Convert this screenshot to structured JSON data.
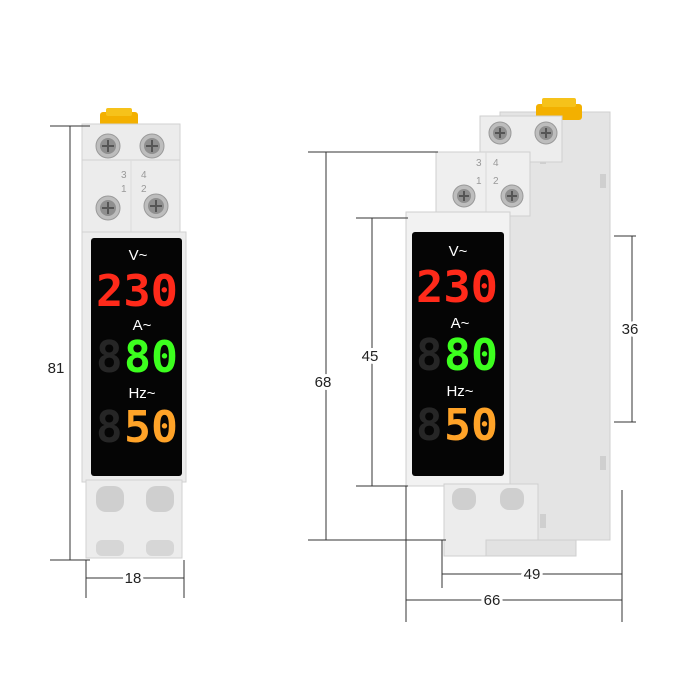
{
  "display": {
    "voltage_label": "V~",
    "voltage_value": "230",
    "current_label": "A~",
    "current_value": "80",
    "frequency_label": "Hz~",
    "frequency_value": "50"
  },
  "terminals": {
    "top_row": [
      "3",
      "4"
    ],
    "bottom_row": [
      "1",
      "2"
    ]
  },
  "dimensions": {
    "front_height": "81",
    "front_width": "18",
    "side_total_height": "68",
    "side_display_height": "45",
    "side_panel_height": "36",
    "side_body_depth": "49",
    "side_total_depth": "66"
  },
  "colors": {
    "voltage": "#ff2a1a",
    "current": "#3cff1e",
    "frequency": "#ffa328",
    "housing": "#e9e9e9",
    "clip": "#f3b000",
    "screen": "#050505"
  }
}
